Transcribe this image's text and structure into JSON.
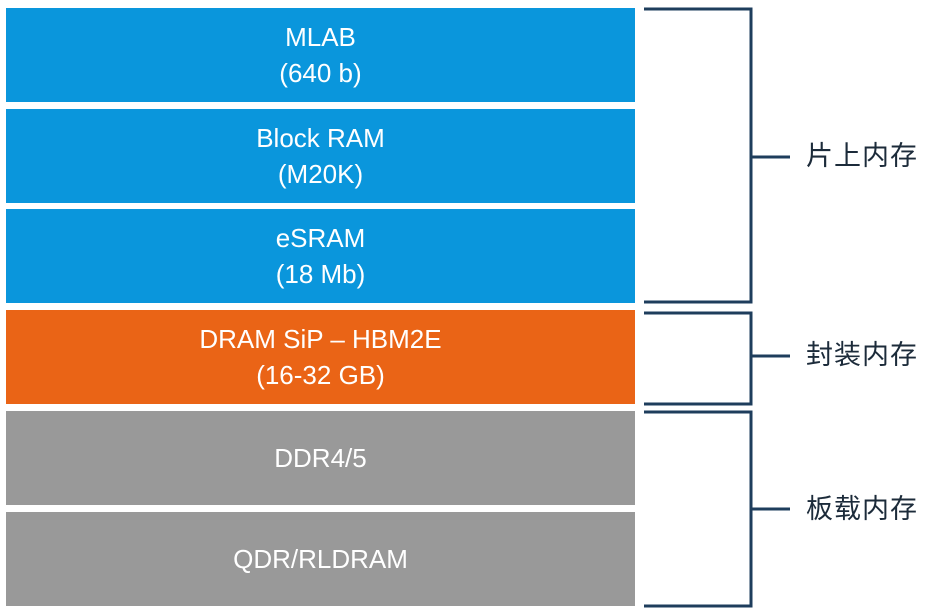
{
  "colors": {
    "on_chip": "#0a96dc",
    "in_package": "#ea6416",
    "on_board": "#999999",
    "bracket": "#1e3d5c"
  },
  "blocks": [
    {
      "line1": "MLAB",
      "line2": "(640 b)"
    },
    {
      "line1": "Block RAM",
      "line2": "(M20K)"
    },
    {
      "line1": "eSRAM",
      "line2": "(18 Mb)"
    },
    {
      "line1": "DRAM SiP – HBM2E",
      "line2": "(16-32 GB)"
    },
    {
      "line1": "DDR4/5",
      "line2": ""
    },
    {
      "line1": "QDR/RLDRAM",
      "line2": ""
    }
  ],
  "groups": [
    {
      "label": "片上内存"
    },
    {
      "label": "封装内存"
    },
    {
      "label": "板载内存"
    }
  ]
}
